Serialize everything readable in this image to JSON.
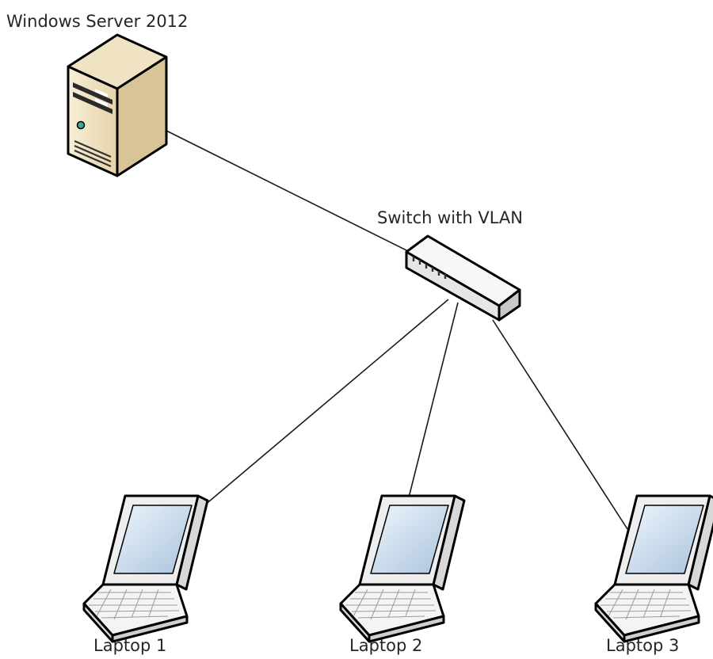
{
  "nodes": {
    "server": {
      "label": "Windows Server 2012",
      "icon": "server-tower-icon"
    },
    "switch": {
      "label": "Switch with VLAN",
      "icon": "network-switch-icon"
    },
    "laptops": [
      {
        "label": "Laptop 1",
        "icon": "laptop-icon"
      },
      {
        "label": "Laptop 2",
        "icon": "laptop-icon"
      },
      {
        "label": "Laptop 3",
        "icon": "laptop-icon"
      }
    ]
  },
  "links": [
    {
      "from": "Windows Server 2012",
      "to": "Switch with VLAN"
    },
    {
      "from": "Switch with VLAN",
      "to": "Laptop 1"
    },
    {
      "from": "Switch with VLAN",
      "to": "Laptop 2"
    },
    {
      "from": "Switch with VLAN",
      "to": "Laptop 3"
    }
  ],
  "colors": {
    "server_front": "#f3e6c8",
    "server_side": "#d9c69c",
    "screen": "#cfe0ef",
    "switch_body": "#f2f2f2"
  }
}
